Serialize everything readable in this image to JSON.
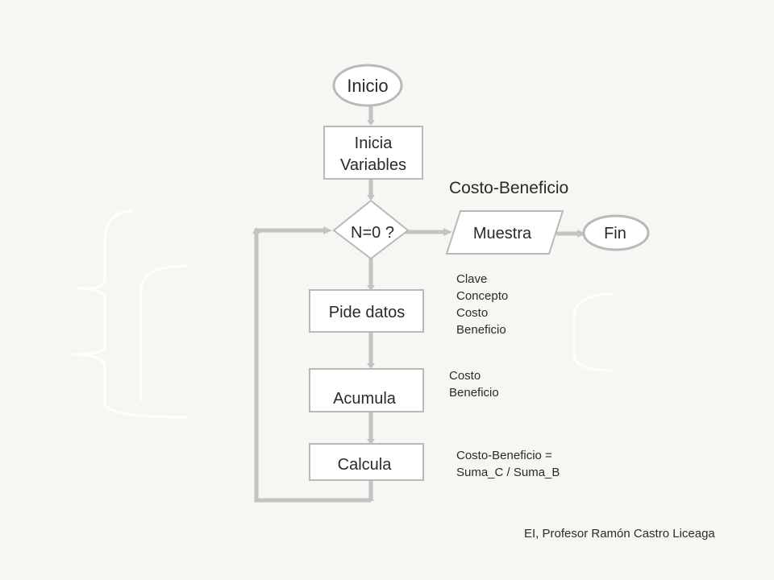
{
  "diagram": {
    "nodes": {
      "start": "Inicio",
      "init": [
        "Inicia",
        "Variables"
      ],
      "decision": "N=0 ?",
      "read": "Pide datos",
      "accumulate": "Acumula",
      "compute": "Calcula",
      "output": "Muestra",
      "end": "Fin"
    },
    "output_title": "Costo-Beneficio",
    "notes": {
      "read_data": [
        "Clave",
        "Concepto",
        "Costo",
        "Beneficio"
      ],
      "accumulate": [
        "Costo",
        "Beneficio"
      ],
      "formula": [
        "Costo-Beneficio =",
        "Suma_C / Suma_B"
      ]
    },
    "credit": "EI, Profesor Ramón Castro Liceaga"
  },
  "colors": {
    "background": "#f6f6f2",
    "shape_fill": "#ffffff",
    "shape_stroke": "#b9b9b9",
    "connector": "#c3c3c3",
    "text": "#2a2a2a"
  }
}
